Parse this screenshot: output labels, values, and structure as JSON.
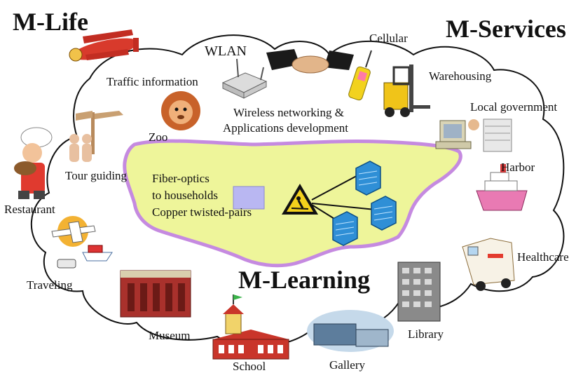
{
  "titles": {
    "m_life": "M-Life",
    "m_services": "M-Services",
    "m_learning": "M-Learning"
  },
  "labels": {
    "wlan": "WLAN",
    "cellular": "Cellular",
    "traffic": "Traffic information",
    "warehousing": "Warehousing",
    "wireless1": "Wireless networking &",
    "wireless2": "Applications development",
    "zoo": "Zoo",
    "local_gov": "Local government",
    "tour": "Tour guiding",
    "harbor": "Harbor",
    "restaurant": "Restaurant",
    "healthcare": "Healthcare",
    "traveling": "Traveling",
    "museum": "Museum",
    "library": "Library",
    "school": "School",
    "gallery": "Gallery"
  },
  "island": {
    "line1": "Fiber-optics",
    "line2": "to households",
    "line3": "Copper twisted-pairs"
  },
  "colors": {
    "island_fill": "#eef59a",
    "island_border": "#c58ae0",
    "cloud_line": "#111111",
    "server_blue": "#2f8fd6",
    "box_fill": "#b9b7f2"
  }
}
